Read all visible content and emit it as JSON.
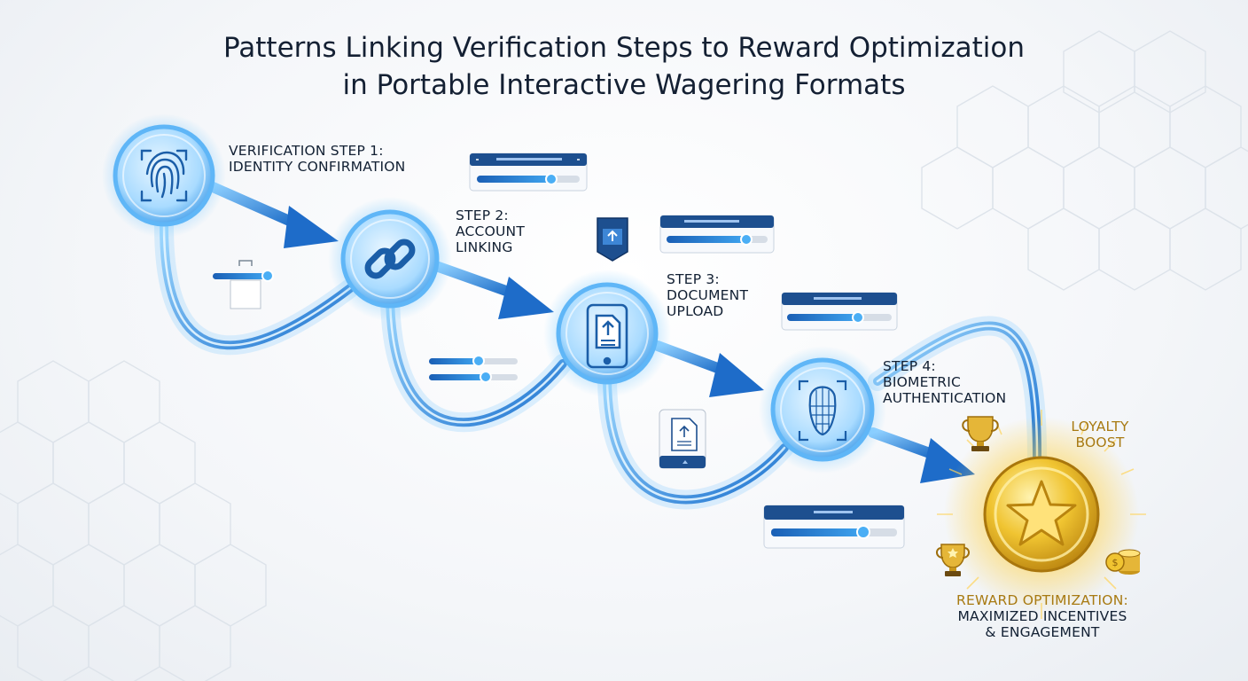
{
  "title": {
    "line1": "Patterns Linking Verification Steps to Reward Optimization",
    "line2": "in Portable Interactive Wagering Formats"
  },
  "steps": [
    {
      "id": "step1",
      "line1": "VERIFICATION STEP 1:",
      "line2": "IDENTITY CONFIRMATION",
      "icon": "fingerprint-icon"
    },
    {
      "id": "step2",
      "line1": "STEP 2:",
      "line2": "ACCOUNT",
      "line3": "LINKING",
      "icon": "chain-link-icon"
    },
    {
      "id": "step3",
      "line1": "STEP 3:",
      "line2": "DOCUMENT",
      "line3": "UPLOAD",
      "icon": "tablet-document-icon"
    },
    {
      "id": "step4",
      "line1": "STEP 4:",
      "line2": "BIOMETRIC",
      "line3": "AUTHENTICATION",
      "icon": "face-scan-icon"
    }
  ],
  "reward": {
    "loyalty_line1": "LOYALTY",
    "loyalty_line2": "BOOST",
    "line1": "REWARD OPTIMIZATION:",
    "line2": "MAXIMIZED INCENTIVES",
    "line3": "& ENGAGEMENT",
    "icon": "gold-star-coin-icon"
  },
  "colors": {
    "accent_blue": "#1e7fd9",
    "glow_blue": "#6cc4ff",
    "title_text": "#142033",
    "gold": "#d9a520"
  }
}
